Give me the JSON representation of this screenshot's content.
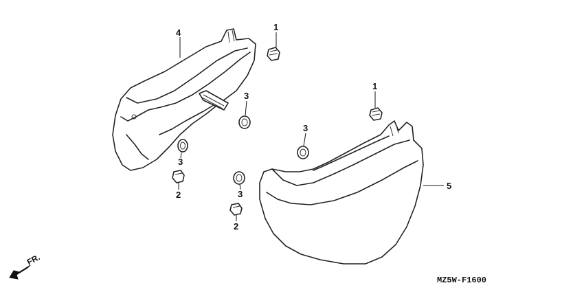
{
  "diagram": {
    "callouts": {
      "c1a": "1",
      "c1b": "1",
      "c2a": "2",
      "c2b": "2",
      "c3a": "3",
      "c3b": "3",
      "c3c": "3",
      "c3d": "3",
      "c4": "4",
      "c5": "5"
    },
    "direction_label": "FR.",
    "diagram_code": "MZ5W-F1600"
  }
}
